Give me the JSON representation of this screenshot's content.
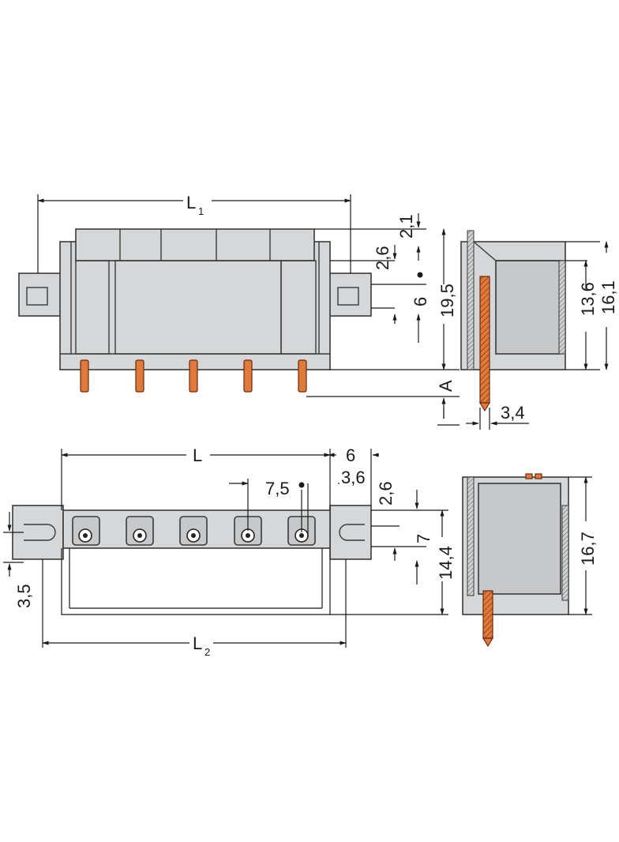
{
  "dimensions": {
    "L1": "L",
    "L1_sub": "1",
    "L": "L",
    "L2": "L",
    "L2_sub": "2",
    "d2_1": "2,1",
    "d2_6_top": "2,6",
    "d6_top": "6",
    "d19_5": "19,5",
    "dA": "A",
    "d13_6": "13,6",
    "d16_1": "16,1",
    "d3_4": "3,4",
    "d6_bottom": "6",
    "d3_6": "3,6",
    "d7_5": "7,5",
    "d2_6_bottom": "2,6",
    "d7": "7",
    "d14_4": "14,4",
    "d3_5": "3,5",
    "d16_7": "16,7"
  },
  "colors": {
    "housing": "#d5d7d9",
    "pin": "#e07a3a",
    "line": "#1a1a1a"
  }
}
